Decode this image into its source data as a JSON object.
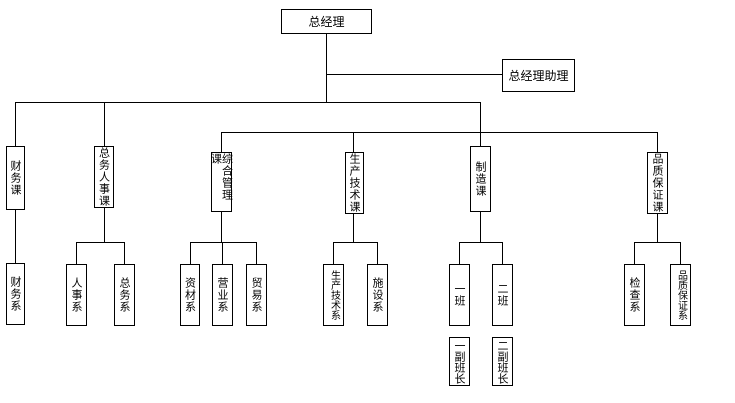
{
  "top": {
    "label": "总经理"
  },
  "assistant": {
    "label": "总经理助理"
  },
  "departments": [
    {
      "label": "财务课",
      "sections": [
        "财务系"
      ]
    },
    {
      "label": "总务人事课",
      "sections": [
        "人事系",
        "总务系"
      ]
    },
    {
      "label": "综合管理课",
      "sections": [
        "资材系",
        "营业系",
        "贸易系"
      ]
    },
    {
      "label": "生产技术课",
      "sections": [
        "生产技术系",
        "施设系"
      ]
    },
    {
      "label": "制造课",
      "sections": [
        "一班",
        "二班"
      ],
      "sub": [
        "一副班长",
        "二副班长"
      ]
    },
    {
      "label": "品质保证课",
      "sections": [
        "检查系",
        "品质保证系"
      ]
    }
  ]
}
